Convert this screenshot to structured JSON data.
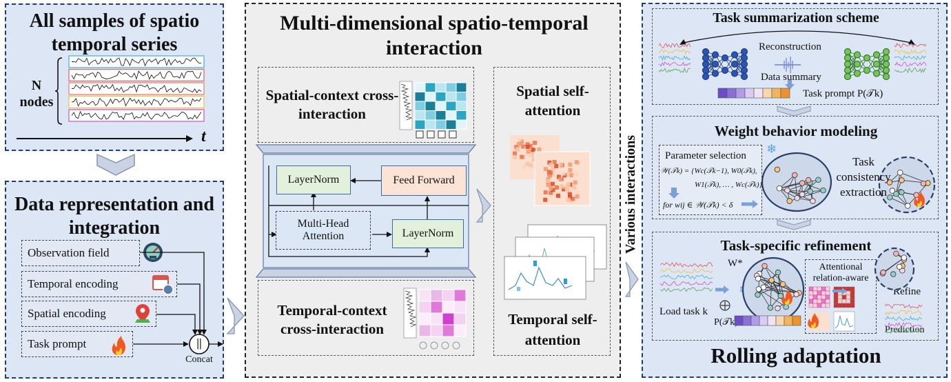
{
  "panel1": {
    "title": "All samples of spatio temporal  series",
    "n_nodes_label": "N\nnodes",
    "t_label": "t"
  },
  "panel2": {
    "title": "Data representation and integration",
    "items": [
      {
        "label": "Observation field",
        "icon": "gauge-icon"
      },
      {
        "label": "Temporal encoding",
        "icon": "calendar-clock-icon"
      },
      {
        "label": "Spatial encoding",
        "icon": "map-pin-icon"
      },
      {
        "label": "Task prompt",
        "icon": "fire-icon"
      }
    ],
    "concat_label": "Concat",
    "concat_symbol": "||"
  },
  "panel_middle": {
    "title": "Multi-dimensional spatio-temporal interaction",
    "spatial_cross": "Spatial-context cross-interaction",
    "temporal_cross": "Temporal-context cross-interaction",
    "layernorm_top": "LayerNorm",
    "feed_forward": "Feed Forward",
    "multi_head": "Multi-Head Attention",
    "layernorm_bottom": "LayerNorm",
    "spatial_self": "Spatial self-attention",
    "temporal_self": "Temporal self-attention"
  },
  "side_label": "Various interactions",
  "panel_right": {
    "task_summary": {
      "title": "Task summarization scheme",
      "reconstruction": "Reconstruction",
      "data_summary": "Data summary",
      "task_prompt": "Task prompt P(𝒯k)"
    },
    "weight_behavior": {
      "title": "Weight behavior modeling",
      "param_selection": "Parameter selection",
      "formula1": "𝒲(𝒯k) = {Wc(𝒯k−1), W0(𝒯k),",
      "formula2": "W1(𝒯k), … , Wc(𝒯k)}",
      "formula3": "for wij ∈ 𝒲(𝒯k) < δ",
      "consistency": "Task consistency extraction"
    },
    "refinement": {
      "title": "Task-specific refinement",
      "w_star": "W*",
      "load_task": "Load task k",
      "prompt": "P(𝒯k)",
      "attentional": "Attentional relation-aware",
      "refine": "Refine",
      "prediction": "Prediction"
    },
    "footer": "Rolling adaptation"
  },
  "colors": {
    "panel_blue": "#dde6f4",
    "panel_border": "#1f3e6e",
    "panel_grey": "#eeeeee",
    "layernorm_fill": "#e3f1dc",
    "feedforward_fill": "#fbe3d6",
    "teal_grid": "#2aa6c2",
    "pink_grid": "#e07ad8",
    "heat_orange": "#e8704a"
  }
}
